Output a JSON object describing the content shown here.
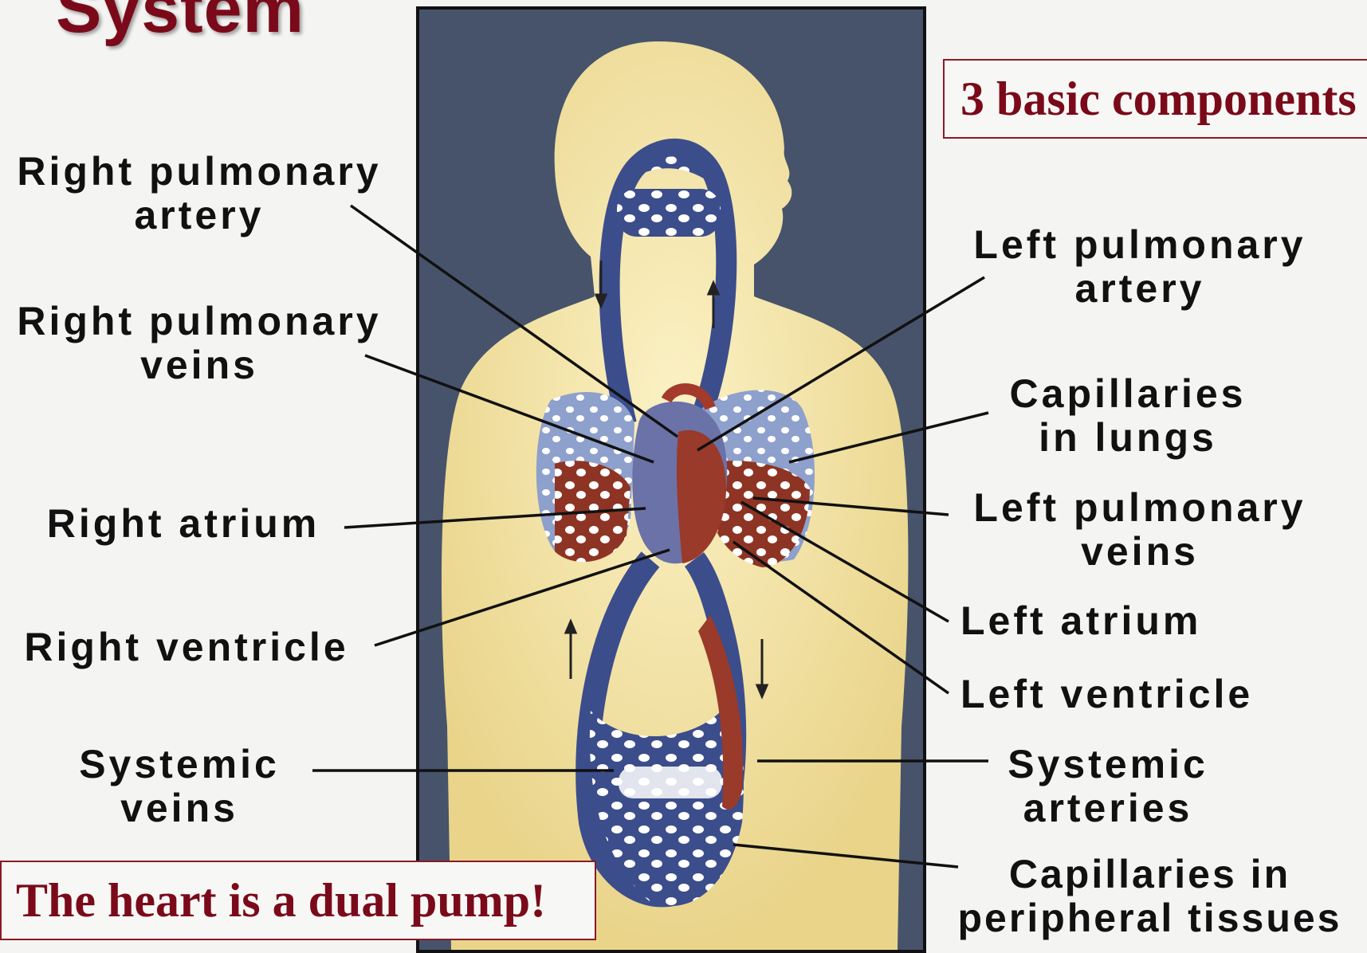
{
  "title": "System",
  "top_box": "3 basic components",
  "bottom_box": "The heart is a dual pump!",
  "labels": {
    "right_pulmonary_artery": "Right pulmonary\nartery",
    "right_pulmonary_veins": "Right pulmonary\nveins",
    "right_atrium": "Right atrium",
    "right_ventricle": "Right ventricle",
    "systemic_veins": "Systemic\nveins",
    "left_pulmonary_artery": "Left pulmonary\nartery",
    "capillaries_in_lungs": "Capillaries\nin lungs",
    "left_pulmonary_veins": "Left pulmonary\nveins",
    "left_atrium": "Left atrium",
    "left_ventricle": "Left ventricle",
    "systemic_arteries": "Systemic\narteries",
    "capillaries_in_peripheral_tissues": "Capillaries in\nperipheral tissues"
  },
  "colors": {
    "title": "#7a0a1a",
    "box_border": "#8a1a25",
    "background": "#46536b",
    "body": "#f2e3a8",
    "deoxygenated": "#4f5f9a",
    "oxygenated": "#9a3a2a"
  }
}
